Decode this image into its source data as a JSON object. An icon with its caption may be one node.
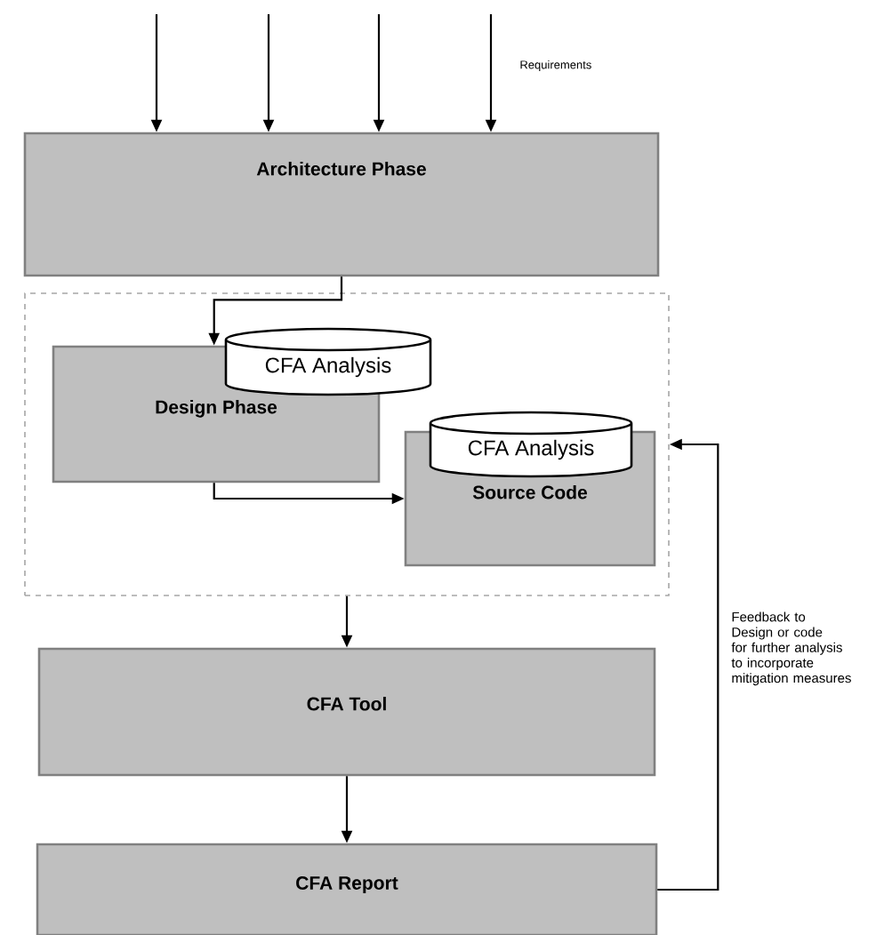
{
  "diagram": {
    "nodes": [
      {
        "text": [
          "Architecture Phase"
        ]
      },
      {
        "text": [],
        "shape": "box"
      },
      {
        "text": [
          "Design Phase"
        ],
        "in": 1
      },
      {
        "text": [
          "CFA Analysis"
        ],
        "in": 1
      },
      {
        "text": [
          "Source Code"
        ],
        "in": 1
      },
      {
        "text": [
          "CFA Analysis"
        ],
        "in": 1
      },
      {
        "text": [
          "CFA Tool"
        ]
      },
      {
        "text": [
          "CFA Report"
        ]
      }
    ],
    "edges": [
      {
        "from": null,
        "to": 0,
        "arrow": "to"
      },
      {
        "from": null,
        "to": 0,
        "arrow": "to"
      },
      {
        "from": null,
        "to": 0,
        "arrow": "to"
      },
      {
        "from": null,
        "to": 0,
        "arrow": "to"
      },
      {
        "from": 0,
        "to": 2,
        "arrow": "to"
      },
      {
        "from": 2,
        "to": 4,
        "arrow": "to"
      },
      {
        "from": 1,
        "to": 6,
        "arrow": "to"
      },
      {
        "from": 6,
        "to": 7,
        "arrow": "to"
      },
      {
        "from": 7,
        "to": 1,
        "arrow": "to",
        "label": "Feedback to Design or code for further analysis to incorporate mitigation measures"
      }
    ],
    "labels": [
      "Requirements"
    ]
  }
}
